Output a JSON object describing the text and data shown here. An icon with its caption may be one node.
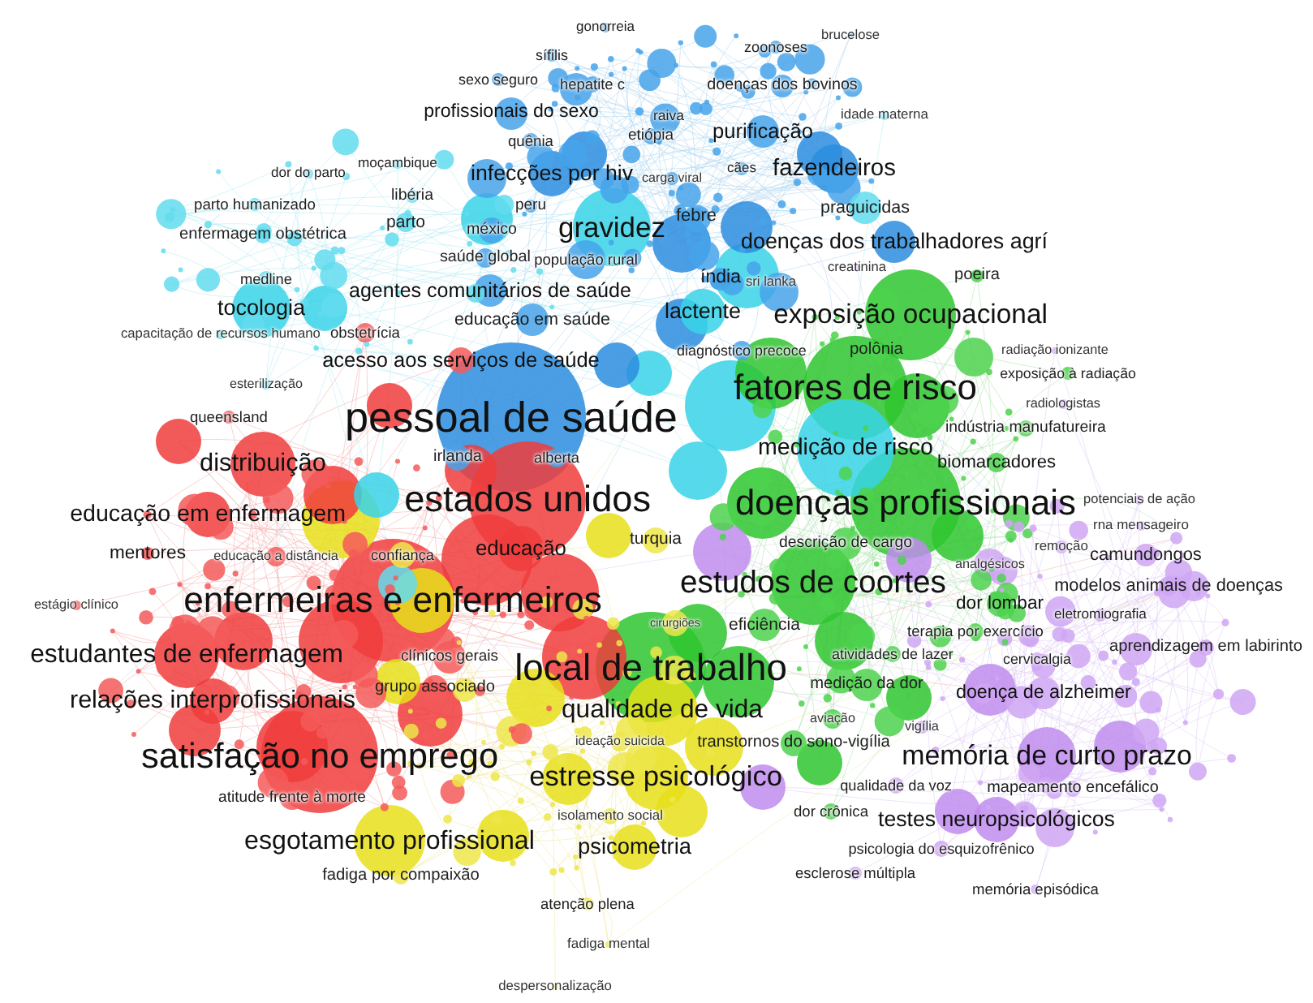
{
  "diagram": {
    "nodes": [
      {
        "text": [
          "gonorreia"
        ]
      },
      {
        "text": [
          "brucelose"
        ]
      },
      {
        "text": [
          "zoonoses"
        ]
      },
      {
        "text": [
          "sífilis"
        ]
      },
      {
        "text": [
          "sexo seguro"
        ]
      },
      {
        "text": [
          "hepatite c"
        ]
      },
      {
        "text": [
          "doenças dos bovinos"
        ]
      },
      {
        "text": [
          "profissionais do sexo"
        ]
      },
      {
        "text": [
          "raiva"
        ]
      },
      {
        "text": [
          "idade materna"
        ]
      },
      {
        "text": [
          "purificação"
        ]
      },
      {
        "text": [
          "etiópia"
        ]
      },
      {
        "text": [
          "quênia"
        ]
      },
      {
        "text": [
          "moçambique"
        ]
      },
      {
        "text": [
          "fazendeiros"
        ]
      },
      {
        "text": [
          "cães"
        ]
      },
      {
        "text": [
          "infecções por hiv"
        ]
      },
      {
        "text": [
          "dor do parto"
        ]
      },
      {
        "text": [
          "carga viral"
        ]
      },
      {
        "text": [
          "libéria"
        ]
      },
      {
        "text": [
          "parto humanizado"
        ]
      },
      {
        "text": [
          "peru"
        ]
      },
      {
        "text": [
          "praguicidas"
        ]
      },
      {
        "text": [
          "febre"
        ]
      },
      {
        "text": [
          "parto"
        ]
      },
      {
        "text": [
          "gravidez"
        ]
      },
      {
        "text": [
          "méxico"
        ]
      },
      {
        "text": [
          "enfermagem obstétrica"
        ]
      },
      {
        "text": [
          "doenças dos trabalhadores agrí"
        ]
      },
      {
        "text": [
          "saúde global"
        ]
      },
      {
        "text": [
          "população rural"
        ]
      },
      {
        "text": [
          "creatinina"
        ]
      },
      {
        "text": [
          "índia"
        ]
      },
      {
        "text": [
          "poeira"
        ]
      },
      {
        "text": [
          "medline"
        ]
      },
      {
        "text": [
          "sri lanka"
        ]
      },
      {
        "text": [
          "agentes comunitários de saúde"
        ]
      },
      {
        "text": [
          "tocologia"
        ]
      },
      {
        "text": [
          "lactente"
        ]
      },
      {
        "text": [
          "exposição ocupacional"
        ]
      },
      {
        "text": [
          "educação em saúde"
        ]
      },
      {
        "text": [
          "obstetrícia"
        ]
      },
      {
        "text": [
          "capacitação de recursos humano"
        ]
      },
      {
        "text": [
          "diagnóstico precoce"
        ]
      },
      {
        "text": [
          "polônia"
        ]
      },
      {
        "text": [
          "radiação ionizante"
        ]
      },
      {
        "text": [
          "acesso aos serviços de saúde"
        ]
      },
      {
        "text": [
          "exposição à radiação"
        ]
      },
      {
        "text": [
          "esterilização"
        ]
      },
      {
        "text": [
          "fatores de risco"
        ]
      },
      {
        "text": [
          "radiologistas"
        ]
      },
      {
        "text": [
          "pessoal de saúde"
        ]
      },
      {
        "text": [
          "queensland"
        ]
      },
      {
        "text": [
          "indústria manufatureira"
        ]
      },
      {
        "text": [
          "medição de risco"
        ]
      },
      {
        "text": [
          "irlanda"
        ]
      },
      {
        "text": [
          "alberta"
        ]
      },
      {
        "text": [
          "biomarcadores"
        ]
      },
      {
        "text": [
          "distribuição"
        ]
      },
      {
        "text": [
          "estados unidos"
        ]
      },
      {
        "text": [
          "potenciais de ação"
        ]
      },
      {
        "text": [
          "doenças profissionais"
        ]
      },
      {
        "text": [
          "educação em enfermagem"
        ]
      },
      {
        "text": [
          "rna mensageiro"
        ]
      },
      {
        "text": [
          "turquia"
        ]
      },
      {
        "text": [
          "descrição de cargo"
        ]
      },
      {
        "text": [
          "remoção"
        ]
      },
      {
        "text": [
          "educação"
        ]
      },
      {
        "text": [
          "mentores"
        ]
      },
      {
        "text": [
          "confiança"
        ]
      },
      {
        "text": [
          "camundongos"
        ]
      },
      {
        "text": [
          "educação a distância"
        ]
      },
      {
        "text": [
          "analgésicos"
        ]
      },
      {
        "text": [
          "estudos de coortes"
        ]
      },
      {
        "text": [
          "modelos animais de doenças"
        ]
      },
      {
        "text": [
          "enfermeiras e enfermeiros"
        ]
      },
      {
        "text": [
          "dor lombar"
        ]
      },
      {
        "text": [
          "estágio clínico"
        ]
      },
      {
        "text": [
          "eletromiografia"
        ]
      },
      {
        "text": [
          "cirurgiões"
        ]
      },
      {
        "text": [
          "eficiência"
        ]
      },
      {
        "text": [
          "terapia por exercício"
        ]
      },
      {
        "text": [
          "aprendizagem em labirinto"
        ]
      },
      {
        "text": [
          "atividades de lazer"
        ]
      },
      {
        "text": [
          "estudantes de enfermagem"
        ]
      },
      {
        "text": [
          "clínicos gerais"
        ]
      },
      {
        "text": [
          "cervicalgia"
        ]
      },
      {
        "text": [
          "local de trabalho"
        ]
      },
      {
        "text": [
          "medição da dor"
        ]
      },
      {
        "text": [
          "grupo associado"
        ]
      },
      {
        "text": [
          "doença de alzheimer"
        ]
      },
      {
        "text": [
          "relações interprofissionais"
        ]
      },
      {
        "text": [
          "qualidade de vida"
        ]
      },
      {
        "text": [
          "aviação"
        ]
      },
      {
        "text": [
          "vigília"
        ]
      },
      {
        "text": [
          "ideação suicida"
        ]
      },
      {
        "text": [
          "transtornos do sono-vigília"
        ]
      },
      {
        "text": [
          "satisfação no emprego"
        ]
      },
      {
        "text": [
          "memória de curto prazo"
        ]
      },
      {
        "text": [
          "estresse psicológico"
        ]
      },
      {
        "text": [
          "qualidade da voz"
        ]
      },
      {
        "text": [
          "mapeamento encefálico"
        ]
      },
      {
        "text": [
          "atitude frente à morte"
        ]
      },
      {
        "text": [
          "dor crônica"
        ]
      },
      {
        "text": [
          "isolamento social"
        ]
      },
      {
        "text": [
          "testes neuropsicológicos"
        ]
      },
      {
        "text": [
          "esgotamento profissional"
        ]
      },
      {
        "text": [
          "psicometria"
        ]
      },
      {
        "text": [
          "psicologia do esquizofrênico"
        ]
      },
      {
        "text": [
          "esclerose múltipla"
        ]
      },
      {
        "text": [
          "fadiga por compaixão"
        ]
      },
      {
        "text": [
          "memória episódica"
        ]
      },
      {
        "text": [
          "atenção plena"
        ]
      },
      {
        "text": [
          "fadiga mental"
        ]
      },
      {
        "text": [
          "despersonalização"
        ]
      }
    ]
  }
}
